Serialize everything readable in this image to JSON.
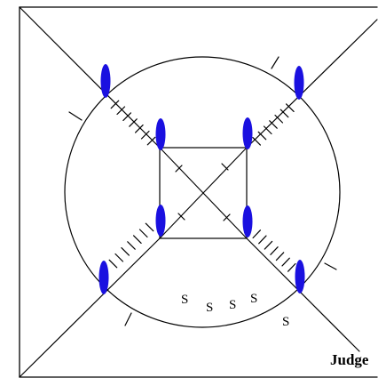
{
  "diagram": {
    "judge_label": "Judge",
    "markers": [
      "blue-oval-marker",
      "blue-oval-marker",
      "blue-oval-marker",
      "blue-oval-marker",
      "blue-oval-marker",
      "blue-oval-marker",
      "blue-oval-marker",
      "blue-oval-marker"
    ],
    "s_labels": [
      "S",
      "S",
      "S",
      "S",
      "S"
    ],
    "colors": {
      "marker": "#1a10e0",
      "lines": "#000000",
      "background": "#ffffff"
    }
  }
}
